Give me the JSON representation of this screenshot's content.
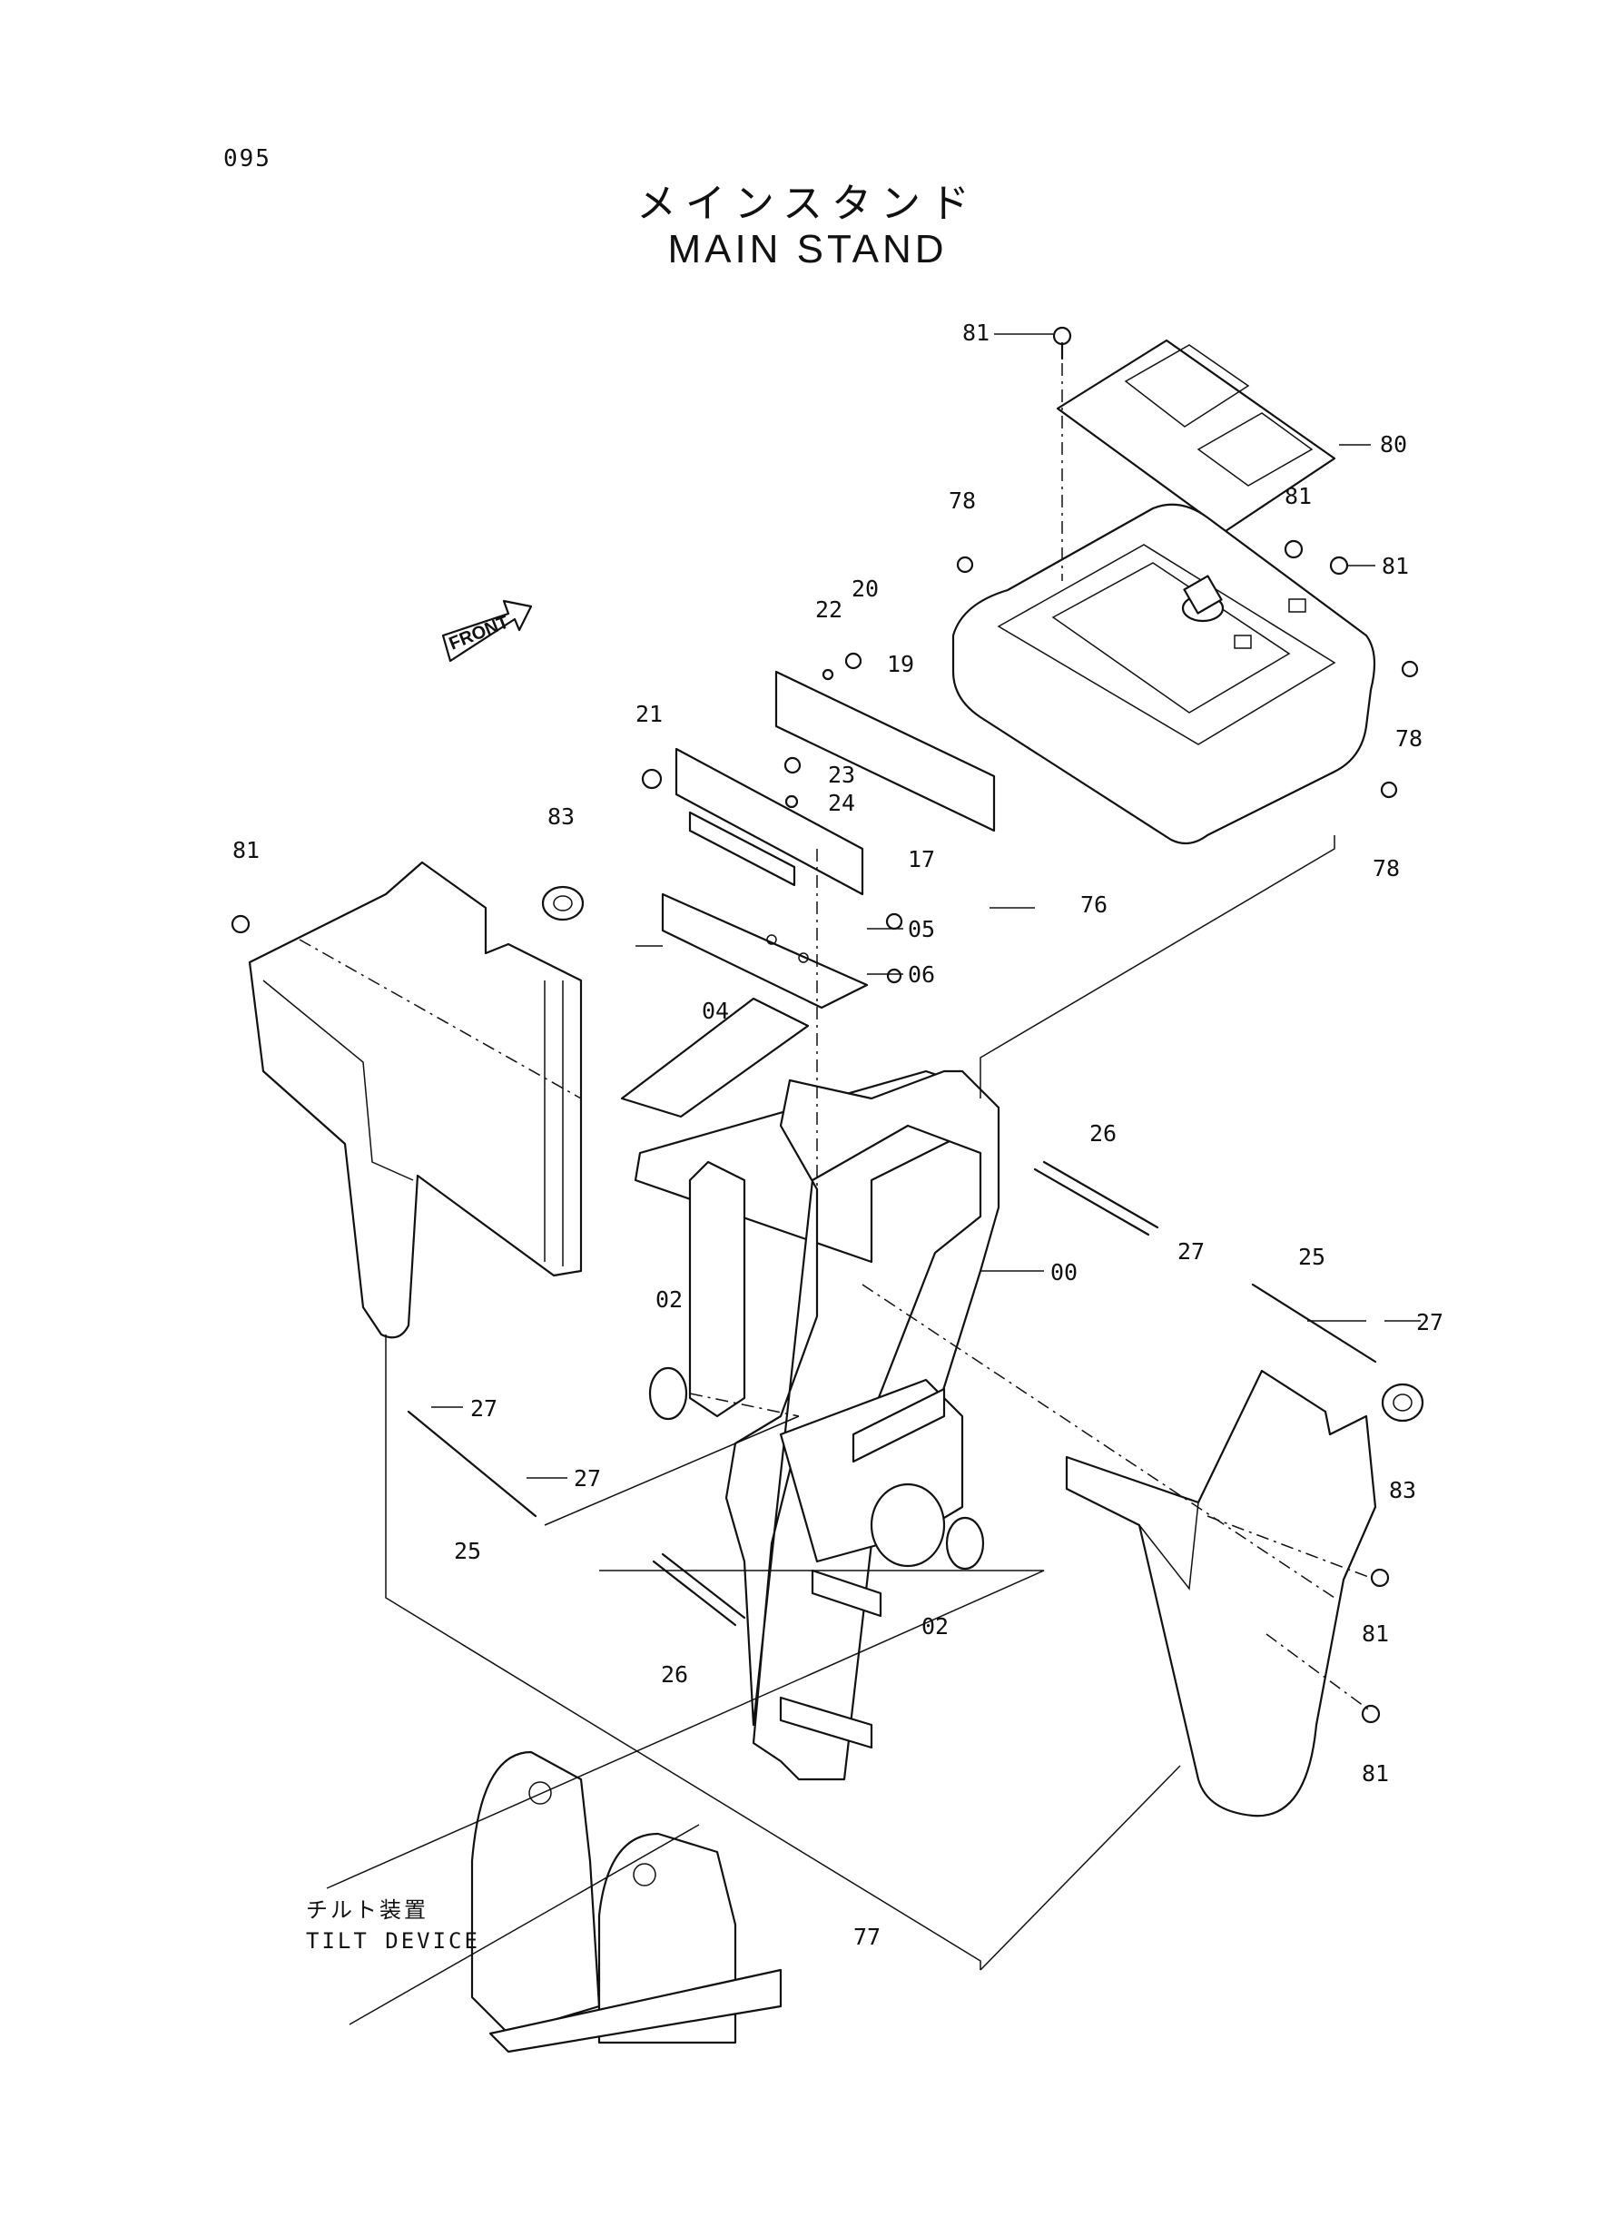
{
  "page_number": "095",
  "title_jp": "メインスタンド",
  "title_en": "MAIN STAND",
  "direction_label": "FRONT",
  "tilt_device": {
    "jp": "チルト装置",
    "en": "TILT DEVICE"
  },
  "callouts": [
    {
      "id": "c81a",
      "text": "81"
    },
    {
      "id": "c80",
      "text": "80"
    },
    {
      "id": "c78a",
      "text": "78"
    },
    {
      "id": "c81b",
      "text": "81"
    },
    {
      "id": "c81c",
      "text": "81"
    },
    {
      "id": "c20",
      "text": "20"
    },
    {
      "id": "c22",
      "text": "22"
    },
    {
      "id": "c19",
      "text": "19"
    },
    {
      "id": "c78b",
      "text": "78"
    },
    {
      "id": "c21",
      "text": "21"
    },
    {
      "id": "c23",
      "text": "23"
    },
    {
      "id": "c24",
      "text": "24"
    },
    {
      "id": "c78c",
      "text": "78"
    },
    {
      "id": "c76",
      "text": "76"
    },
    {
      "id": "c81d",
      "text": "81"
    },
    {
      "id": "c83a",
      "text": "83"
    },
    {
      "id": "c17",
      "text": "17"
    },
    {
      "id": "c05",
      "text": "05"
    },
    {
      "id": "c06",
      "text": "06"
    },
    {
      "id": "c04",
      "text": "04"
    },
    {
      "id": "c26a",
      "text": "26"
    },
    {
      "id": "c27a",
      "text": "27"
    },
    {
      "id": "c25a",
      "text": "25"
    },
    {
      "id": "c00",
      "text": "00"
    },
    {
      "id": "c27b",
      "text": "27"
    },
    {
      "id": "c02a",
      "text": "02"
    },
    {
      "id": "c27c",
      "text": "27"
    },
    {
      "id": "c27d",
      "text": "27"
    },
    {
      "id": "c83b",
      "text": "83"
    },
    {
      "id": "c25b",
      "text": "25"
    },
    {
      "id": "c02b",
      "text": "02"
    },
    {
      "id": "c81e",
      "text": "81"
    },
    {
      "id": "c26b",
      "text": "26"
    },
    {
      "id": "c81f",
      "text": "81"
    },
    {
      "id": "c77",
      "text": "77"
    }
  ]
}
